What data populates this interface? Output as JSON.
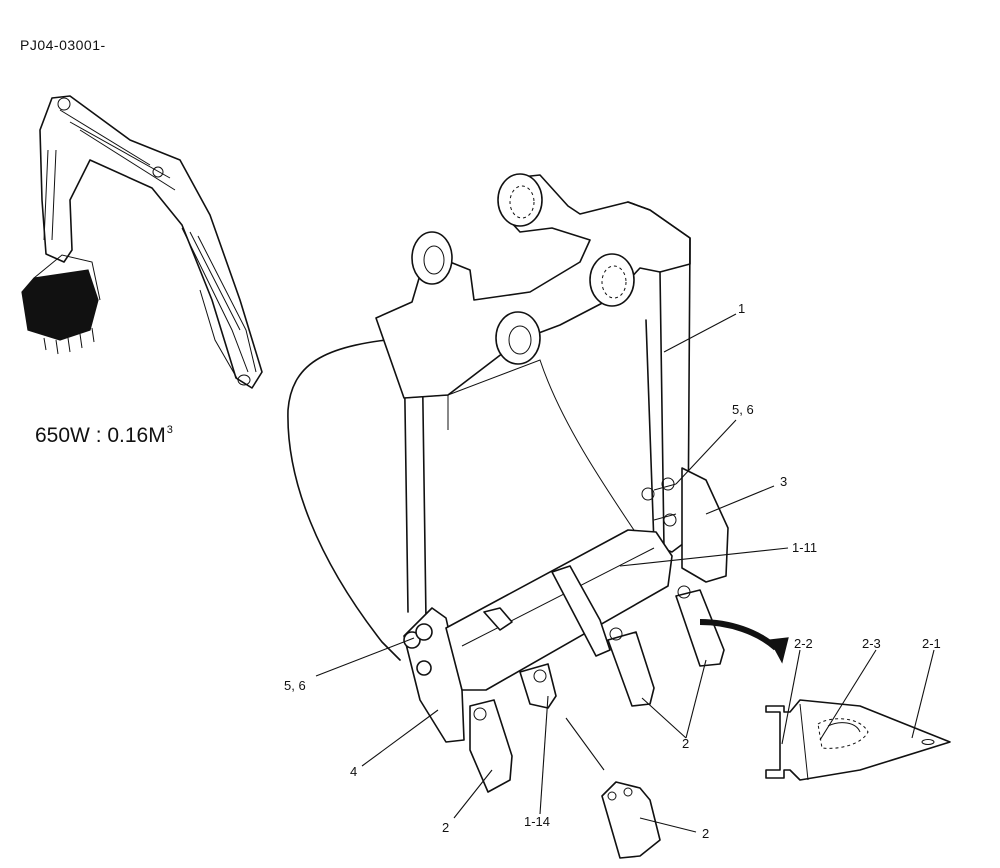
{
  "document": {
    "code": "PJ04-03001-",
    "capacity_main": "650W : 0.16M",
    "capacity_sup": "3"
  },
  "callouts": {
    "c1": "1",
    "c56_right": "5, 6",
    "c3": "3",
    "c1_11": "1-11",
    "c56_left": "5, 6",
    "c4": "4",
    "c2_bottom_left": "2",
    "c1_14": "1-14",
    "c2_mid": "2",
    "c2_loose": "2",
    "c2_2": "2-2",
    "c2_3": "2-3",
    "c2_1": "2-1"
  }
}
